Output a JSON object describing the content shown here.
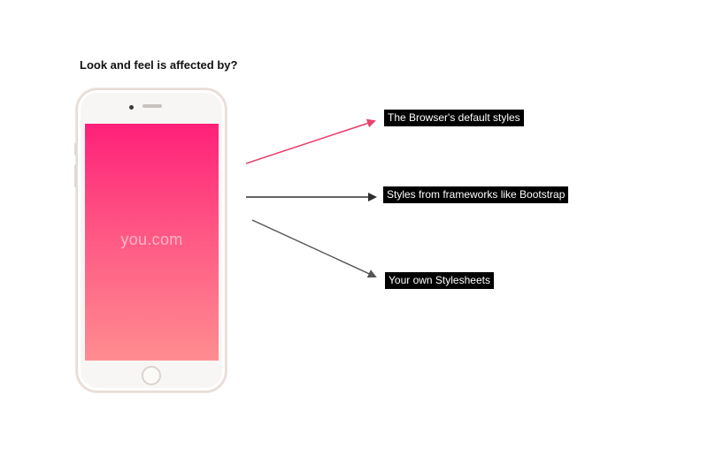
{
  "heading": "Look and feel is affected by?",
  "phone": {
    "screen_text": "you.com",
    "screen_gradient_colors": [
      "#ff2079",
      "#ff5b85",
      "#ff8c90"
    ]
  },
  "labels": [
    "The Browser's default styles",
    "Styles from frameworks like Bootstrap",
    "Your own Stylesheets"
  ],
  "arrow_colors": [
    "#e8436f",
    "#2e2e2e",
    "#555555"
  ]
}
